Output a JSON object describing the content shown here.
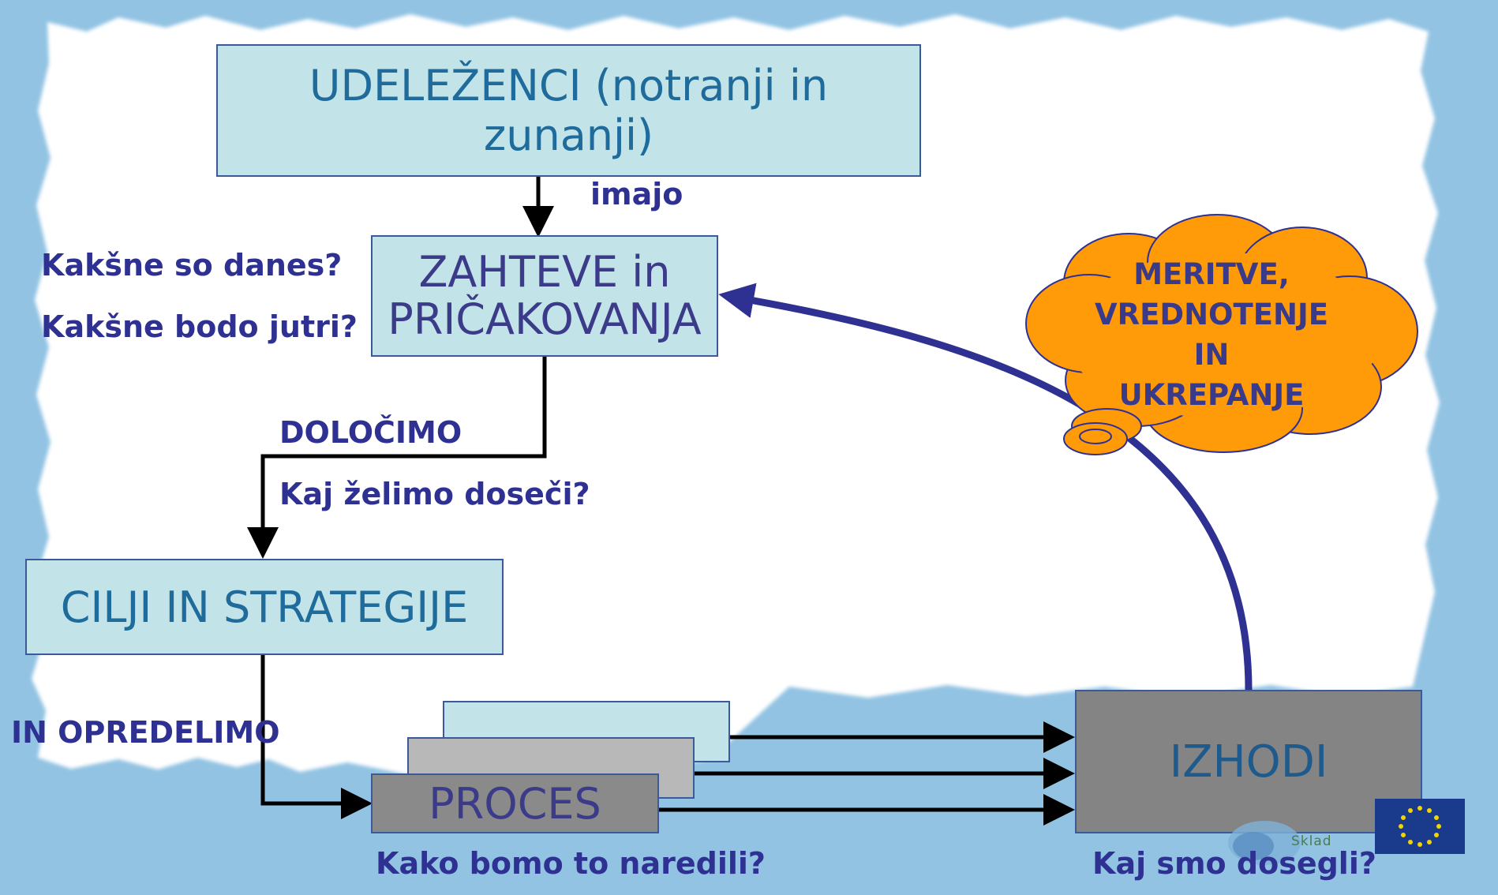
{
  "boxes": {
    "udelezenci": "UDELEŽENCI (notranji in zunanji)",
    "zahteve_line1": "ZAHTEVE in",
    "zahteve_line2": "PRIČAKOVANJA",
    "cilji": "CILJI IN STRATEGIJE",
    "proces": "PROCES",
    "izhodi": "IZHODI"
  },
  "labels": {
    "imajo": "imajo",
    "danes": "Kakšne so danes?",
    "jutri": "Kakšne bodo jutri?",
    "dolocimo": "DOLOČIMO",
    "kaj_zelimo": "Kaj želimo doseči?",
    "in_opredelimo": "IN OPREDELIMO",
    "kako_bomo": "Kako bomo to naredili?",
    "kaj_smo": "Kaj smo dosegli?"
  },
  "cloud": {
    "lines": [
      "MERITVE,",
      "VREDNOTENJE",
      "IN",
      "UKREPANJE"
    ]
  },
  "logo": {
    "text": "Sklad"
  },
  "colors": {
    "background": "#92c3e3",
    "paper": "#ffffff",
    "box_light": "#c2e4e8",
    "box_gray": "#b8b8b8",
    "box_dark": "#8a8a8a",
    "box_izhodi": "#848484",
    "label_blue": "#2e3192",
    "box_text_teal": "#1f6b9c",
    "box_text_purple": "#3b3b8a",
    "cloud_fill": "#ff9a08",
    "loop_arrow": "#2e3192",
    "eu_flag": "#1a3a8c",
    "eu_stars": "#f5d300"
  }
}
